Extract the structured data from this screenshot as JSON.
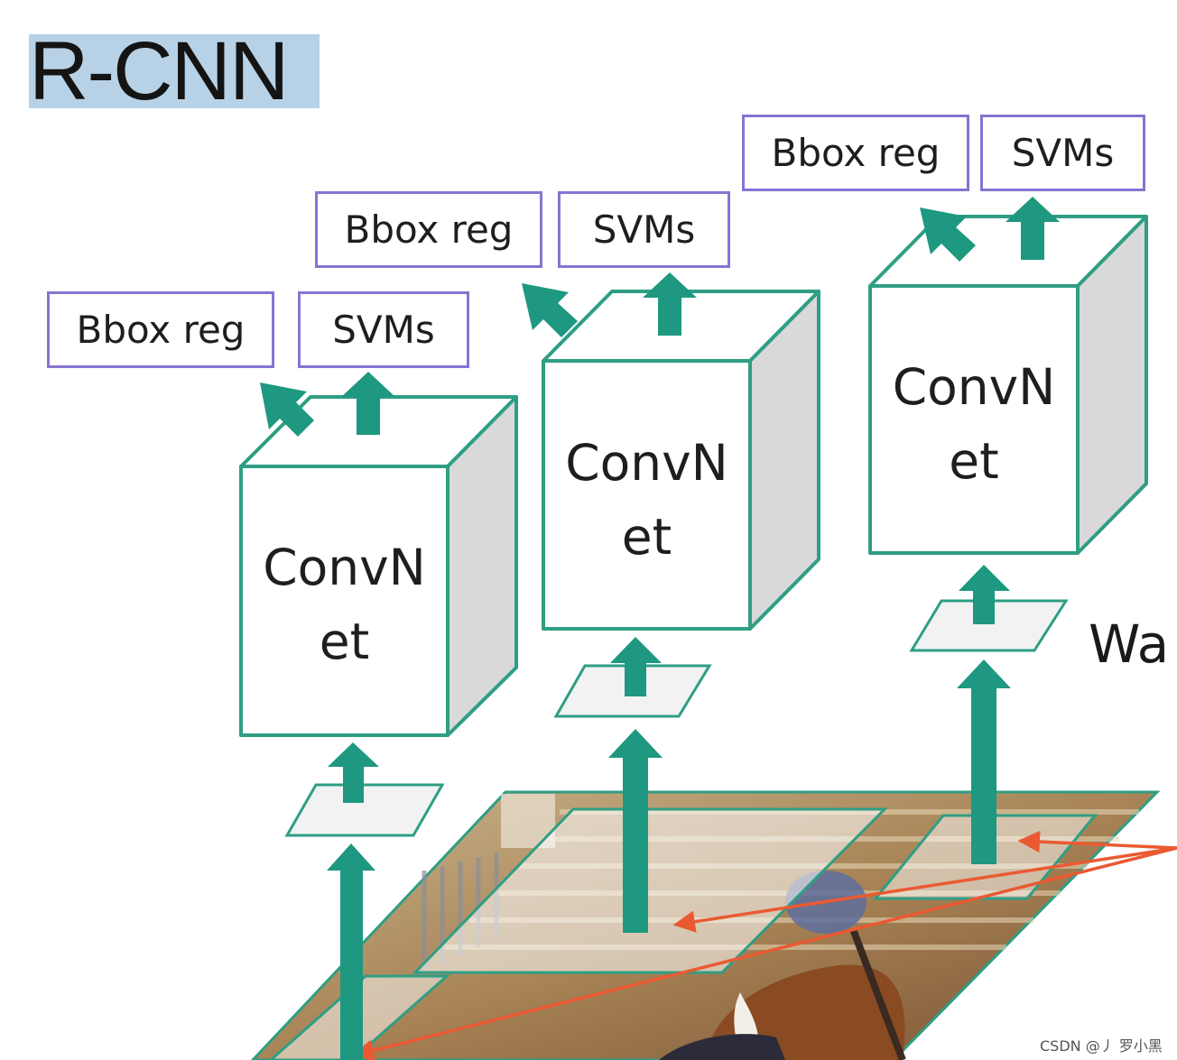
{
  "title": "R-CNN",
  "columns": [
    {
      "bbox_label": "Bbox reg",
      "svm_label": "SVMs",
      "net_line1": "ConvN",
      "net_line2": "et"
    },
    {
      "bbox_label": "Bbox reg",
      "svm_label": "SVMs",
      "net_line1": "ConvN",
      "net_line2": "et"
    },
    {
      "bbox_label": "Bbox reg",
      "svm_label": "SVMs",
      "net_line1": "ConvN",
      "net_line2": "et"
    }
  ],
  "warp_label": "Wa",
  "watermark": "CSDN @丿 罗小黑",
  "colors": {
    "arrow": "#1e9880",
    "box_outline": "#8873d2",
    "cube_outline": "#2f9e84",
    "cube_side": "#d9d9d9",
    "pointer": "#ea5a32",
    "title_highlight": "#b7d2e6"
  },
  "icons": [
    "up-arrow-icon",
    "diagonal-arrow-icon",
    "pointer-arrow-icon"
  ]
}
